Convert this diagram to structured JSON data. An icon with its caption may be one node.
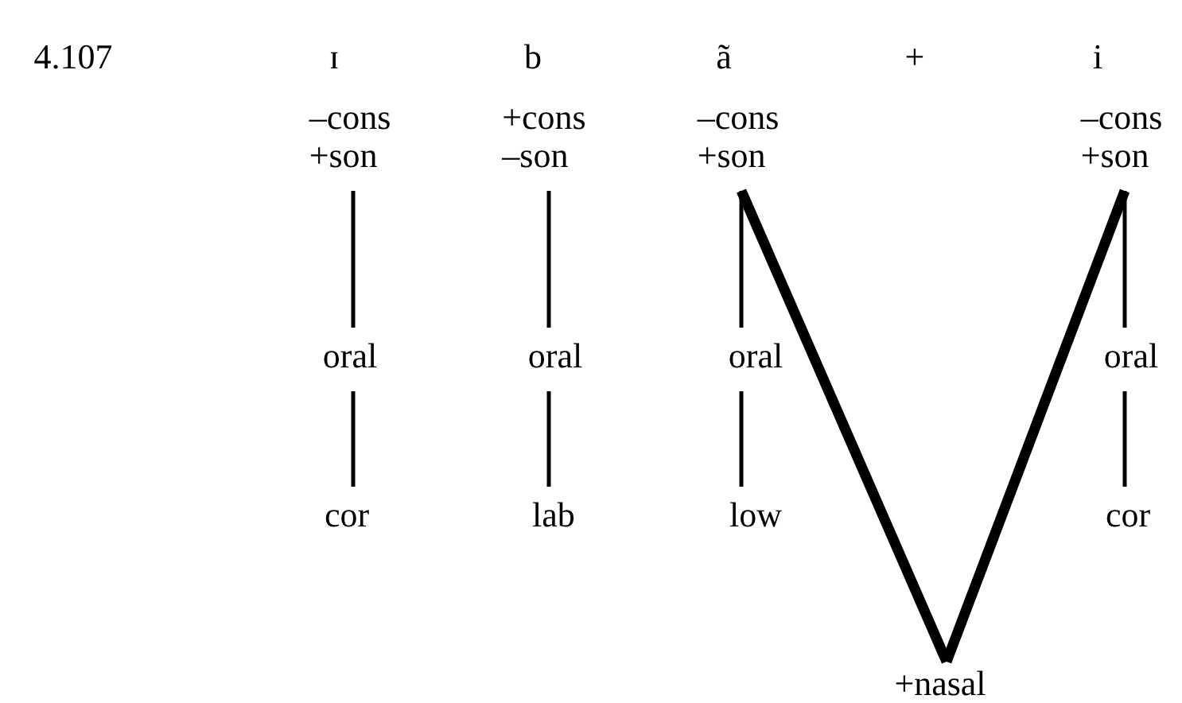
{
  "diagram": {
    "nodes": [
      {
        "text": [
          "–cons",
          "+son"
        ]
      },
      {
        "text": [
          "oral"
        ]
      },
      {
        "text": [
          "cor"
        ]
      },
      {
        "text": [
          "+cons",
          "–son"
        ]
      },
      {
        "text": [
          "oral"
        ]
      },
      {
        "text": [
          "lab"
        ]
      },
      {
        "text": [
          "–cons",
          "+son"
        ]
      },
      {
        "text": [
          "oral"
        ]
      },
      {
        "text": [
          "low"
        ]
      },
      {
        "text": [
          "–cons",
          "+son"
        ]
      },
      {
        "text": [
          "oral"
        ]
      },
      {
        "text": [
          "cor"
        ]
      },
      {
        "text": [
          "+nasal"
        ]
      }
    ],
    "edges": [
      {
        "from": 0,
        "to": 1,
        "arrow": "none"
      },
      {
        "from": 1,
        "to": 2,
        "arrow": "none"
      },
      {
        "from": 3,
        "to": 4,
        "arrow": "none"
      },
      {
        "from": 4,
        "to": 5,
        "arrow": "none"
      },
      {
        "from": 6,
        "to": 7,
        "arrow": "none"
      },
      {
        "from": 7,
        "to": 8,
        "arrow": "none"
      },
      {
        "from": 6,
        "to": 12,
        "arrow": "none",
        "style": "thick"
      },
      {
        "from": 9,
        "to": 12,
        "arrow": "none",
        "style": "thick"
      },
      {
        "from": 9,
        "to": 10,
        "arrow": "none"
      },
      {
        "from": 10,
        "to": 11,
        "arrow": "none"
      }
    ],
    "labels": [
      "4.107",
      "ɪ",
      "b",
      "ã",
      "+",
      "i"
    ]
  }
}
